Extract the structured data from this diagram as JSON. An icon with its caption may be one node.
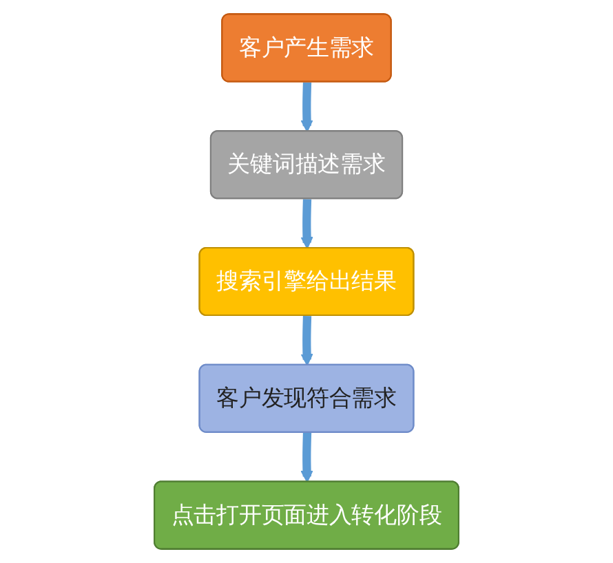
{
  "diagram": {
    "nodes": [
      {
        "text": [
          "客户产生需求"
        ]
      },
      {
        "text": [
          "关键词描述需求"
        ]
      },
      {
        "text": [
          "搜索引擎给出结果"
        ]
      },
      {
        "text": [
          "客户发现符合需求"
        ]
      },
      {
        "text": [
          "点击打开页面进入转化阶段"
        ]
      }
    ],
    "edges": [
      {
        "from": 0,
        "to": 1,
        "arrow": "to"
      },
      {
        "from": 1,
        "to": 2,
        "arrow": "to"
      },
      {
        "from": 2,
        "to": 3,
        "arrow": "to"
      },
      {
        "from": 3,
        "to": 4,
        "arrow": "to"
      }
    ]
  }
}
